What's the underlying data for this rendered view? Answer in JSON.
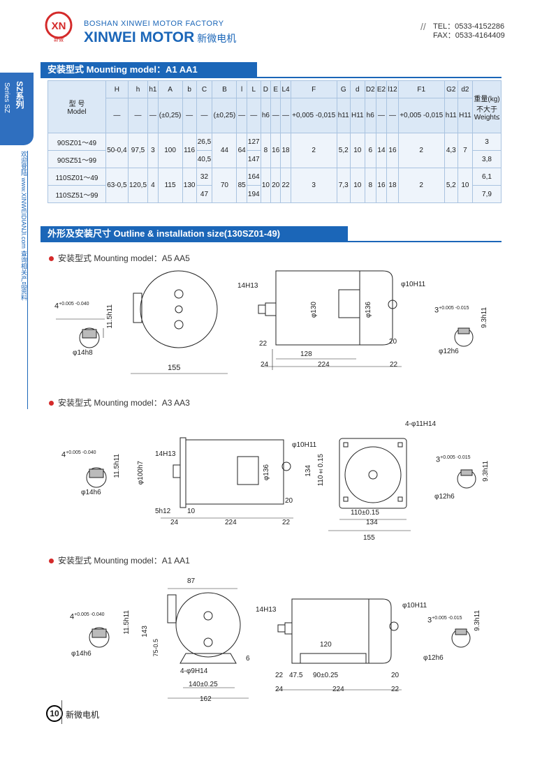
{
  "header": {
    "logo_text": "XN",
    "logo_cn": "新微",
    "factory": "BOSHAN XINWEI MOTOR FACTORY",
    "brand": "XINWEI MOTOR",
    "brand_cn": "新微电机",
    "tel": "TEL：0533-4152286",
    "fax": "FAX：0533-4164409"
  },
  "side": {
    "series_cn": "SZ系列",
    "series_en": "Series SZ",
    "url": "欢迎登陆 www.XINWEIDIANJI.com 查询相关产品资料"
  },
  "section1": {
    "title": "安装型式 Mounting model：A1 AA1"
  },
  "table": {
    "model_cn": "型 号",
    "model_en": "Model",
    "weight": "重量(kg)不大于Weight≤",
    "headers": [
      "H",
      "h",
      "h1",
      "A",
      "b",
      "C",
      "B",
      "l",
      "L",
      "D",
      "E",
      "L4",
      "F",
      "G",
      "d",
      "D2",
      "E2",
      "l12",
      "F1",
      "G2",
      "d2"
    ],
    "tol": [
      "—",
      "—",
      "—",
      "(±0,25)",
      "—",
      "—",
      "(±0,25)",
      "—",
      "—",
      "h6",
      "—",
      "—",
      "+0,005 -0,015",
      "h11",
      "H11",
      "h6",
      "—",
      "—",
      "+0,005 -0,015",
      "h11",
      "H11"
    ],
    "rows": [
      {
        "model": "90SZ01～49",
        "C": "26,5",
        "L": "127",
        "weight": "3"
      },
      {
        "model": "90SZ51～99",
        "C": "40,5",
        "L": "147",
        "weight": "3,8"
      },
      {
        "model": "110SZ01～49",
        "C": "32",
        "L": "164",
        "weight": "6,1"
      },
      {
        "model": "110SZ51～99",
        "C": "47",
        "L": "194",
        "weight": "7,9"
      }
    ],
    "group90": {
      "H": "50-0,4",
      "h": "97,5",
      "h1": "3",
      "A": "100",
      "b": "116",
      "B": "44",
      "l": "64",
      "D": "8",
      "E": "16",
      "L4": "18",
      "F": "2",
      "G": "5,2",
      "d": "10",
      "D2": "6",
      "E2": "14",
      "l12": "16",
      "F1": "2",
      "G2": "4,3",
      "d2": "7"
    },
    "group110": {
      "H": "63-0,5",
      "h": "120,5",
      "h1": "4",
      "A": "115",
      "b": "130",
      "B": "70",
      "l": "85",
      "D": "10",
      "E": "20",
      "L4": "22",
      "F": "3",
      "G": "7,3",
      "d": "10",
      "D2": "8",
      "E2": "16",
      "l12": "18",
      "F1": "2",
      "G2": "5,2",
      "d2": "10"
    }
  },
  "section2": {
    "title": "外形及安装尺寸 Outline & installation size(130SZ01-49)"
  },
  "model_a5": "安装型式 Mounting model：A5 AA5",
  "model_a3": "安装型式 Mounting model：A3 AA3",
  "model_a1": "安装型式 Mounting model：A1 AA1",
  "dims": {
    "a5": {
      "key": "4",
      "key_tol": "+0.005 -0.040",
      "h11": "11.5h11",
      "shaft": "φ14h8",
      "width": "155",
      "s14": "14H13",
      "d130": "φ130",
      "d136": "φ136",
      "d10": "φ10H11",
      "n22a": "22",
      "n128": "128",
      "n20": "20",
      "n24": "24",
      "n224": "224",
      "n22b": "22",
      "k3": "3",
      "k3tol": "+0.005 -0.015",
      "h93": "9.3h11",
      "d12": "φ12h6"
    },
    "a3": {
      "key": "4",
      "key_tol": "+0.005 -0.040",
      "h11": "11.5h11",
      "shaft": "φ14h6",
      "s14": "14H13",
      "d100": "φ100h7",
      "d136": "φ136",
      "d10": "φ10H11",
      "n5": "5h12",
      "n10": "10",
      "n20": "20",
      "n24": "24",
      "n224": "224",
      "n22": "22",
      "holes": "4-φ11H14",
      "n134v": "134",
      "n110v": "110±0.15",
      "n110h": "110±0.15",
      "n134h": "134",
      "n155": "155",
      "k3": "3",
      "k3tol": "+0.005 -0.015",
      "h93": "9.3h11",
      "d12": "φ12h6"
    },
    "a1": {
      "key": "4",
      "key_tol": "+0.005 -0.040",
      "h11": "11.5h11",
      "shaft": "φ14h6",
      "n87": "87",
      "n143": "143",
      "n75": "75-0.5",
      "n6": "6",
      "holes": "4-φ9H14",
      "n140": "140±0.25",
      "n162": "162",
      "s14": "14H13",
      "d10": "φ10H11",
      "n120": "120",
      "n22a": "22",
      "n47": "47.5",
      "n90": "90±0.25",
      "n20": "20",
      "n24": "24",
      "n224": "224",
      "n22b": "22",
      "k3": "3",
      "k3tol": "+0.005 -0.015",
      "h93": "9.3h11",
      "d12": "φ12h6"
    }
  },
  "footer": {
    "page": "10",
    "text": "新微电机"
  },
  "colors": {
    "accent": "#1b66b8",
    "marker": "#d42a2a"
  }
}
